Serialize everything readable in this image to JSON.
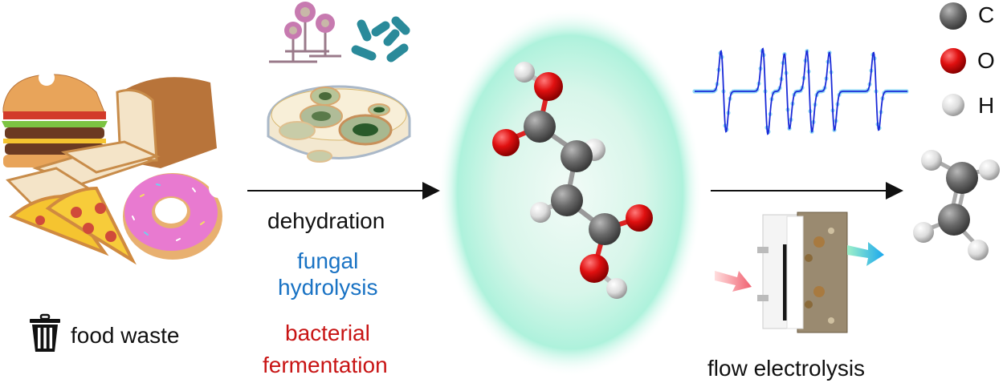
{
  "food_waste": {
    "label": "food waste",
    "icon": "trash-can-icon",
    "items": [
      "burger",
      "bread-loaf",
      "pizza-slices",
      "donut"
    ]
  },
  "pretreatment": {
    "steps": [
      {
        "label": "dehydration",
        "color": "#111111"
      },
      {
        "label": "fungal",
        "color": "#1a73c4"
      },
      {
        "label": "hydrolysis",
        "color": "#1a73c4"
      },
      {
        "label": "bacterial",
        "color": "#c81414"
      },
      {
        "label": "fermentation",
        "color": "#c81414"
      }
    ],
    "icons": [
      "fungus-icon",
      "bacteria-icon",
      "petri-dish-icon"
    ]
  },
  "intermediate": {
    "molecule": "succinic-acid",
    "glow_color": "#aef2dc"
  },
  "conversion": {
    "label": "flow electrolysis",
    "icons": [
      "epr-spectrum-icon",
      "flow-cell-icon",
      "inlet-arrow-icon",
      "outlet-arrow-icon"
    ]
  },
  "product": {
    "molecule": "ethylene"
  },
  "legend": {
    "items": [
      {
        "symbol": "C",
        "color": "#666666"
      },
      {
        "symbol": "O",
        "color": "#dd1111"
      },
      {
        "symbol": "H",
        "color": "#dddddd"
      }
    ]
  }
}
